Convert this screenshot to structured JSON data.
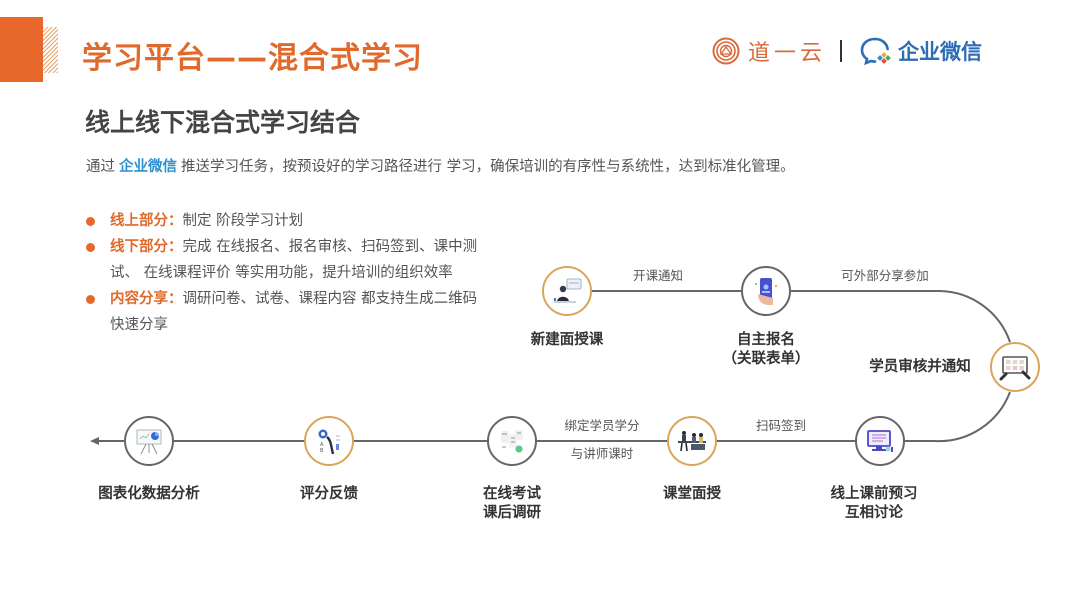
{
  "header": {
    "title": "学习平台——混合式学习",
    "brand_left": "道一云",
    "brand_right": "企业微信"
  },
  "section": {
    "subtitle": "线上线下混合式学习结合",
    "desc_prefix": "通过",
    "desc_highlight": "企业微信",
    "desc_suffix": "推送学习任务，按预设好的学习路径进行 学习，确保培训的有序性与系统性，达到标准化管理。"
  },
  "bullets": [
    {
      "key": "线上部分：",
      "text": "制定 阶段学习计划"
    },
    {
      "key": "线下部分：",
      "text": "完成 在线报名、报名审核、扫码签到、课中测试、 在线课程评价 等实用功能，提升培训的组织效率"
    },
    {
      "key": "内容分享：",
      "text": "调研问卷、试卷、课程内容 都支持生成二维码快速分享"
    }
  ],
  "flow": {
    "nodes": [
      {
        "id": "new-course",
        "label": "新建面授课",
        "icon": "teacher-icon",
        "style": "gold"
      },
      {
        "id": "self-signup",
        "label": "自主报名\n（关联表单）",
        "label_line1": "自主报名",
        "label_line2": "（关联表单）",
        "icon": "phone-signup-icon",
        "style": "gray"
      },
      {
        "id": "review-notify",
        "label": "学员审核并通知",
        "icon": "video-grid-icon",
        "style": "gold"
      },
      {
        "id": "online-preview",
        "label_line1": "线上课前预习",
        "label_line2": "互相讨论",
        "icon": "monitor-icon",
        "style": "gray"
      },
      {
        "id": "classroom",
        "label": "课堂面授",
        "icon": "classroom-icon",
        "style": "gold"
      },
      {
        "id": "online-exam",
        "label_line1": "在线考试",
        "label_line2": "课后调研",
        "icon": "exam-icon",
        "style": "gray"
      },
      {
        "id": "rating",
        "label": "评分反馈",
        "icon": "feedback-icon",
        "style": "gold"
      },
      {
        "id": "data-analysis",
        "label": "图表化数据分析",
        "icon": "chart-board-icon",
        "style": "gray"
      }
    ],
    "edges": [
      {
        "from": "new-course",
        "to": "self-signup",
        "label": "开课通知"
      },
      {
        "from": "self-signup",
        "to": "review-notify",
        "label": "可外部分享参加"
      },
      {
        "from": "online-preview",
        "to": "classroom",
        "label": "扫码签到"
      },
      {
        "from": "classroom",
        "to": "online-exam",
        "label_line1": "绑定学员学分",
        "label_line2": "与讲师课时"
      }
    ]
  },
  "colors": {
    "accent_orange": "#e8672a",
    "title_orange": "#e06a2c",
    "highlight_blue": "#2d8fd0",
    "node_gold": "#d9a55a",
    "line_gray": "#666666"
  }
}
